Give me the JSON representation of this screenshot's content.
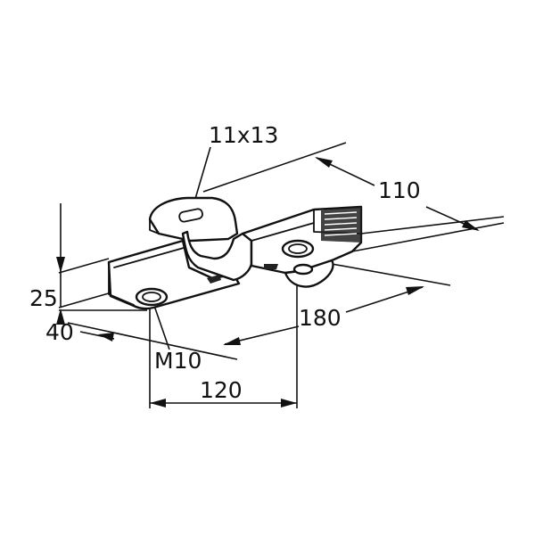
{
  "dimensions": {
    "slot": "11x13",
    "length_top": "110",
    "height": "25",
    "width": "40",
    "overall_length": "180",
    "thread": "M10",
    "hole_spacing": "120"
  }
}
